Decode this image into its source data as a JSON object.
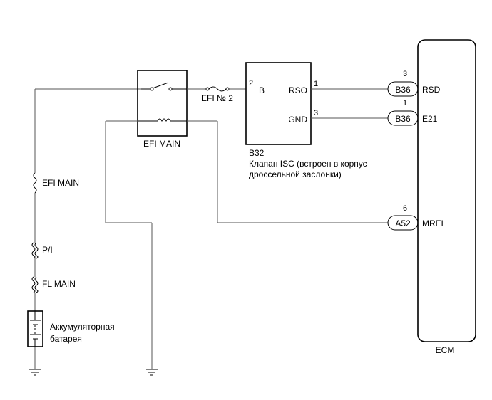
{
  "ecm": {
    "label": "ECM"
  },
  "relay": {
    "label": "EFI MAIN"
  },
  "fuse_efi2": {
    "label": "EFI № 2"
  },
  "isc": {
    "code": "B32",
    "desc_line1": "Клапан ISC (встроен в корпус",
    "desc_line2": "дроссельной заслонки)",
    "pin_b": {
      "num": "2",
      "name": "B"
    },
    "pin_rso": {
      "num": "1",
      "name": "RSO"
    },
    "pin_gnd": {
      "num": "3",
      "name": "GND"
    }
  },
  "connectors": {
    "rsd": {
      "pin": "3",
      "code": "B36",
      "terminal": "RSD"
    },
    "e21": {
      "pin": "1",
      "code": "B36",
      "terminal": "E21"
    },
    "mrel": {
      "pin": "6",
      "code": "A52",
      "terminal": "MREL"
    }
  },
  "fuses": {
    "efi_main": "EFI MAIN",
    "pi": "P/I",
    "fl_main": "FL MAIN"
  },
  "battery": {
    "line1": "Аккумуляторная",
    "line2": "батарея"
  }
}
